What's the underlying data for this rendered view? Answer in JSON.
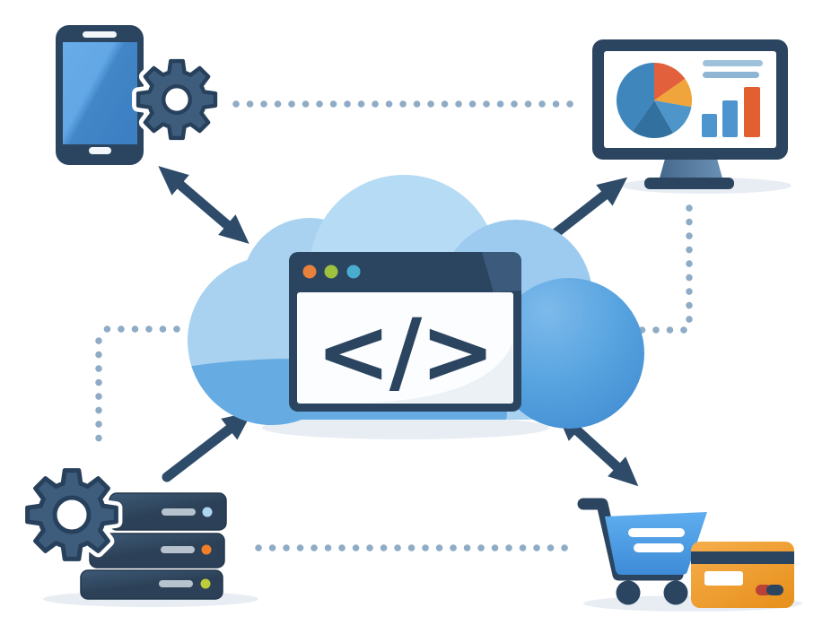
{
  "illustration": {
    "code_symbol": "</>",
    "colors": {
      "navy": "#2B4560",
      "gear_slate": "#3E5C7B",
      "arrow": "#2E4C6A",
      "dotted_connector": "#8FACC6",
      "cloud_light": "#B6DBF4",
      "cloud_mid": "#A8D2F0",
      "cloud_dark": "#4F9CDB",
      "window_dot_orange": "#E8813B",
      "window_dot_green": "#9EC23F",
      "window_dot_teal": "#49ADD0",
      "pie_orange": "#E2603B",
      "pie_yellow": "#F0A53C",
      "pie_blue": "#3E86BC",
      "pie_blue_dark": "#32719F",
      "bar_blue": "#4E94CE",
      "bar_orange": "#E2602F",
      "cart_blue": "#4A9EE4",
      "card_orange": "#F0A035",
      "led_blue": "#AED6F0",
      "led_orange": "#F07F28",
      "led_green": "#BCCC3A",
      "shadow": "#E8EDF4",
      "phone_screen_blue": "#4A8FD4"
    },
    "icons": [
      "smartphone-icon",
      "gear-icon",
      "analytics-monitor-icon",
      "pie-chart-icon",
      "bar-chart-icon",
      "cloud-icon",
      "browser-window-icon",
      "code-icon",
      "server-stack-icon",
      "shopping-cart-icon",
      "credit-card-icon"
    ],
    "connections": [
      {
        "between": "smartphone and cloud",
        "style": "double-headed-arrow"
      },
      {
        "between": "cloud and monitor",
        "style": "arrow"
      },
      {
        "between": "server-stack and cloud",
        "style": "arrow"
      },
      {
        "between": "cloud and shopping-cart",
        "style": "double-headed-arrow"
      },
      {
        "between": "smartphone and monitor",
        "style": "dotted-line"
      },
      {
        "between": "monitor and cloud",
        "style": "dotted-elbow"
      },
      {
        "between": "cloud and server-stack",
        "style": "dotted-elbow"
      },
      {
        "between": "server-stack and shopping-cart",
        "style": "dotted-line"
      }
    ],
    "monitor_dashboard": {
      "pie_slices_pct": [
        15,
        13,
        14,
        18,
        40
      ],
      "bar_relative_heights": [
        0.46,
        0.73,
        1.0
      ]
    }
  }
}
